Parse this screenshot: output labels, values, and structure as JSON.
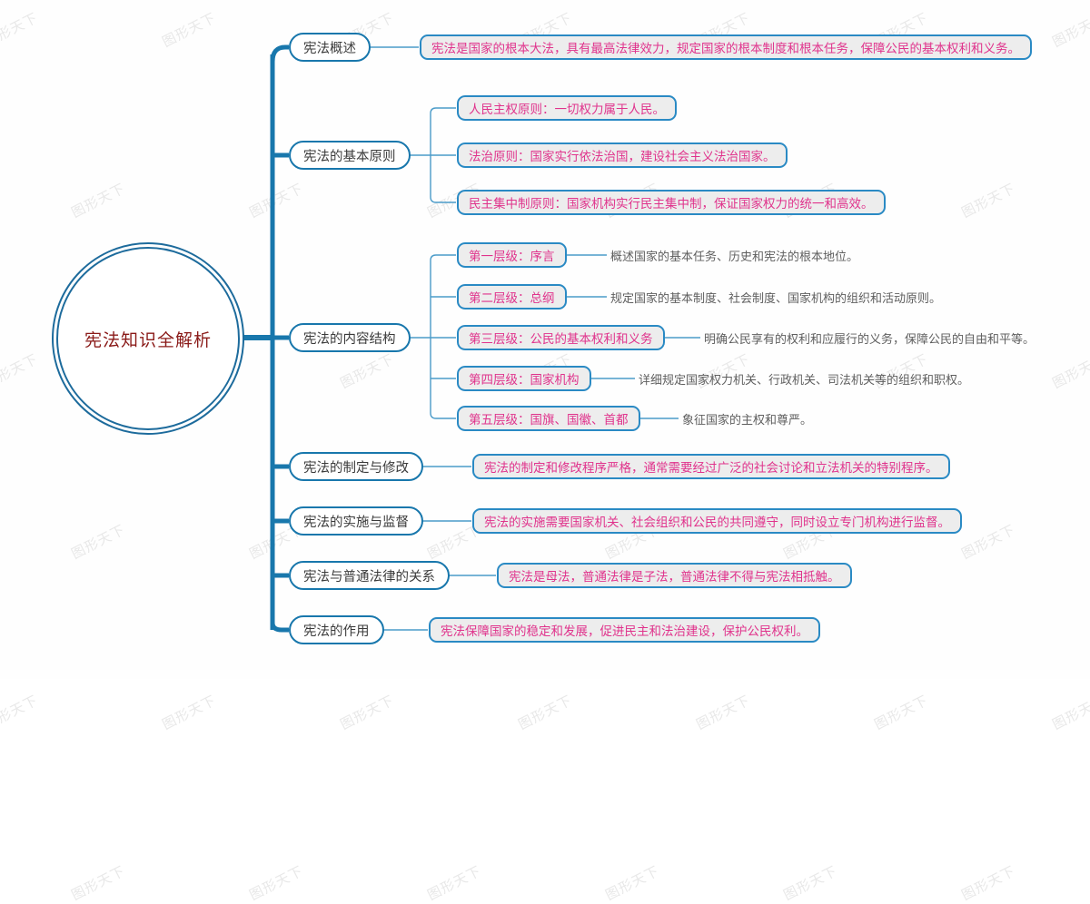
{
  "meta": {
    "watermark_text": "图形天下",
    "colors": {
      "trunk_blue": "#1877ac",
      "branch_blue": "#4a9bc9",
      "level1_border": "#1877ac",
      "level1_text": "#3b3b3b",
      "level2_border": "#2a8ac4",
      "level2_fill": "#ededed",
      "level2_text": "#e0338c",
      "level3_text": "#5e5e5e",
      "root_border": "#1d6b9c",
      "root_text": "#8a1a18",
      "background": "#fefefe"
    }
  },
  "root": {
    "label": "宪法知识全解析"
  },
  "branches": [
    {
      "label": "宪法概述",
      "children": [
        {
          "label": "宪法是国家的根本大法，具有最高法律效力，规定国家的根本制度和根本任务，保障公民的基本权利和义务。",
          "children": []
        }
      ]
    },
    {
      "label": "宪法的基本原则",
      "children": [
        {
          "label": "人民主权原则：一切权力属于人民。",
          "children": []
        },
        {
          "label": "法治原则：国家实行依法治国，建设社会主义法治国家。",
          "children": []
        },
        {
          "label": "民主集中制原则：国家机构实行民主集中制，保证国家权力的统一和高效。",
          "children": []
        }
      ]
    },
    {
      "label": "宪法的内容结构",
      "children": [
        {
          "label": "第一层级：序言",
          "children": [
            {
              "label": "概述国家的基本任务、历史和宪法的根本地位。"
            }
          ]
        },
        {
          "label": "第二层级：总纲",
          "children": [
            {
              "label": "规定国家的基本制度、社会制度、国家机构的组织和活动原则。"
            }
          ]
        },
        {
          "label": "第三层级：公民的基本权利和义务",
          "children": [
            {
              "label": "明确公民享有的权利和应履行的义务，保障公民的自由和平等。"
            }
          ]
        },
        {
          "label": "第四层级：国家机构",
          "children": [
            {
              "label": "详细规定国家权力机关、行政机关、司法机关等的组织和职权。"
            }
          ]
        },
        {
          "label": "第五层级：国旗、国徽、首都",
          "children": [
            {
              "label": "象征国家的主权和尊严。"
            }
          ]
        }
      ]
    },
    {
      "label": "宪法的制定与修改",
      "children": [
        {
          "label": "宪法的制定和修改程序严格，通常需要经过广泛的社会讨论和立法机关的特别程序。",
          "children": []
        }
      ]
    },
    {
      "label": "宪法的实施与监督",
      "children": [
        {
          "label": "宪法的实施需要国家机关、社会组织和公民的共同遵守，同时设立专门机构进行监督。",
          "children": []
        }
      ]
    },
    {
      "label": "宪法与普通法律的关系",
      "children": [
        {
          "label": "宪法是母法，普通法律是子法，普通法律不得与宪法相抵触。",
          "children": []
        }
      ]
    },
    {
      "label": "宪法的作用",
      "children": [
        {
          "label": "宪法保障国家的稳定和发展，促进民主和法治建设，保护公民权利。",
          "children": []
        }
      ]
    }
  ],
  "nodes": {
    "root": "宪法知识全解析",
    "b0": "宪法概述",
    "b0c0": "宪法是国家的根本大法，具有最高法律效力，规定国家的根本制度和根本任务，保障公民的基本权利和义务。",
    "b1": "宪法的基本原则",
    "b1c0": "人民主权原则：一切权力属于人民。",
    "b1c1": "法治原则：国家实行依法治国，建设社会主义法治国家。",
    "b1c2": "民主集中制原则：国家机构实行民主集中制，保证国家权力的统一和高效。",
    "b2": "宪法的内容结构",
    "b2c0": "第一层级：序言",
    "b2c0d0": "概述国家的基本任务、历史和宪法的根本地位。",
    "b2c1": "第二层级：总纲",
    "b2c1d0": "规定国家的基本制度、社会制度、国家机构的组织和活动原则。",
    "b2c2": "第三层级：公民的基本权利和义务",
    "b2c2d0": "明确公民享有的权利和应履行的义务，保障公民的自由和平等。",
    "b2c3": "第四层级：国家机构",
    "b2c3d0": "详细规定国家权力机关、行政机关、司法机关等的组织和职权。",
    "b2c4": "第五层级：国旗、国徽、首都",
    "b2c4d0": "象征国家的主权和尊严。",
    "b3": "宪法的制定与修改",
    "b3c0": "宪法的制定和修改程序严格，通常需要经过广泛的社会讨论和立法机关的特别程序。",
    "b4": "宪法的实施与监督",
    "b4c0": "宪法的实施需要国家机关、社会组织和公民的共同遵守，同时设立专门机构进行监督。",
    "b5": "宪法与普通法律的关系",
    "b5c0": "宪法是母法，普通法律是子法，普通法律不得与宪法相抵触。",
    "b6": "宪法的作用",
    "b6c0": "宪法保障国家的稳定和发展，促进民主和法治建设，保护公民权利。"
  }
}
